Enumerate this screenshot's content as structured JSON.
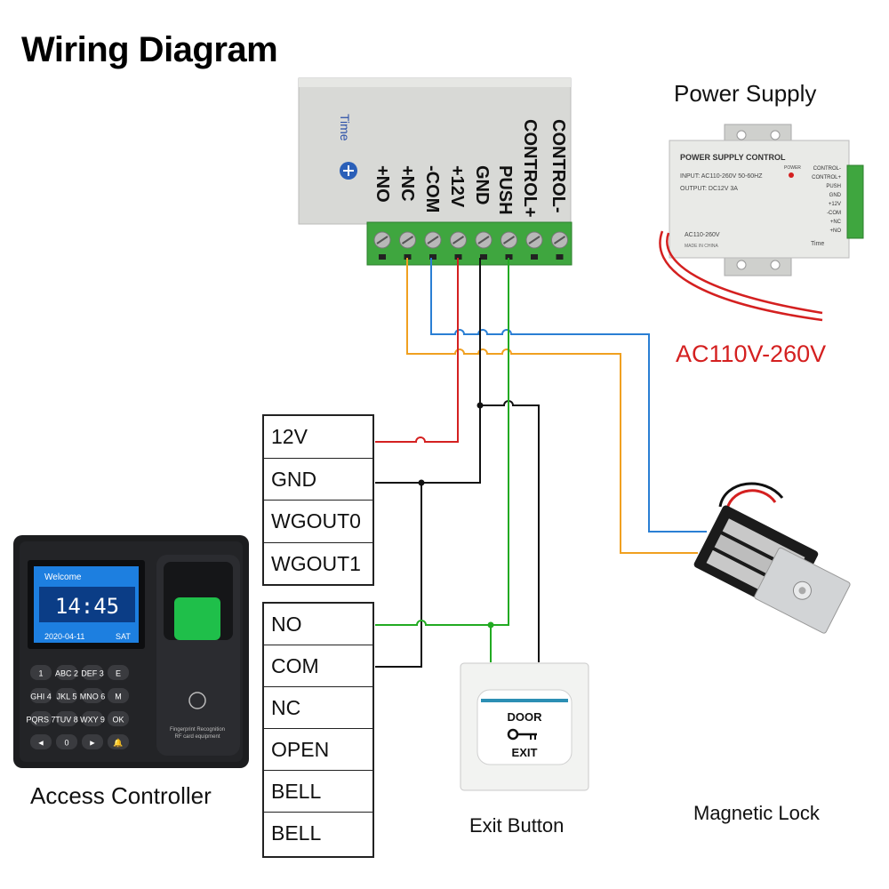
{
  "title": "Wiring Diagram",
  "power_supply": {
    "label": "Power Supply",
    "ac_label": "AC110V-260V",
    "module_terminals": [
      "+NO",
      "+NC",
      "-COM",
      "+12V",
      "GND",
      "PUSH",
      "CONTROL+",
      "CONTROL-"
    ],
    "module_time_label": "Time",
    "photo_title": "POWER SUPPLY CONTROL",
    "photo_input": "INPUT: AC110-260V 50-60HZ",
    "photo_output": "OUTPUT: DC12V 3A",
    "photo_power": "POWER",
    "photo_ac": "AC110-260V",
    "photo_made": "MADE IN CHINA",
    "photo_time": "Time",
    "photo_terminals": [
      "CONTROL-",
      "CONTROL+",
      "PUSH",
      "GND",
      "+12V",
      "-COM",
      "+NC",
      "+NO"
    ]
  },
  "controller": {
    "label": "Access Controller",
    "power_pins": [
      "12V",
      "GND",
      "WGOUT0",
      "WGOUT1"
    ],
    "relay_pins": [
      "NO",
      "COM",
      "NC",
      "OPEN",
      "BELL",
      "BELL"
    ],
    "screen": {
      "welcome": "Welcome",
      "time": "14:45",
      "date": "2020-04-11",
      "day": "SAT"
    },
    "keys": [
      "1",
      "ABC 2",
      "DEF 3",
      "E",
      "GHI 4",
      "JKL 5",
      "MNO 6",
      "M",
      "PQRS 7",
      "TUV 8",
      "WXY 9",
      "OK",
      "◄",
      "0",
      "►",
      "🔔"
    ],
    "sensor_caption_1": "Fingerprint Recognition",
    "sensor_caption_2": "RF card equipment"
  },
  "exit_button": {
    "label": "Exit Button",
    "line1": "DOOR",
    "line2": "EXIT"
  },
  "magnetic_lock": {
    "label": "Magnetic Lock"
  },
  "colors": {
    "red_wire": "#d42020",
    "black_wire": "#111111",
    "green_wire": "#22aa22",
    "blue_wire": "#2a7fd4",
    "yellow_wire": "#f0a020",
    "terminal_green": "#3fa63f"
  }
}
